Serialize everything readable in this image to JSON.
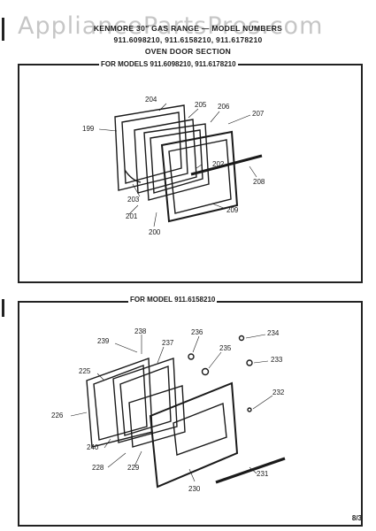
{
  "watermark": "AppliancePartsPros.com",
  "header": {
    "line1": "KENMORE 30\" GAS RANGE — MODEL NUMBERS",
    "line2": "911.6098210, 911.6158210, 911.6178210",
    "line3": "OVEN DOOR SECTION"
  },
  "top_panel": {
    "title": "FOR MODELS 911.6098210, 911.6178210",
    "labels": [
      "204",
      "205",
      "206",
      "207",
      "199",
      "202",
      "208",
      "203",
      "201",
      "209",
      "200"
    ]
  },
  "bottom_panel": {
    "title": "FOR MODEL 911.6158210",
    "labels": [
      "238",
      "239",
      "237",
      "236",
      "234",
      "235",
      "233",
      "225",
      "226",
      "232",
      "240",
      "228",
      "229",
      "231",
      "230"
    ]
  },
  "page_number": "8/3"
}
